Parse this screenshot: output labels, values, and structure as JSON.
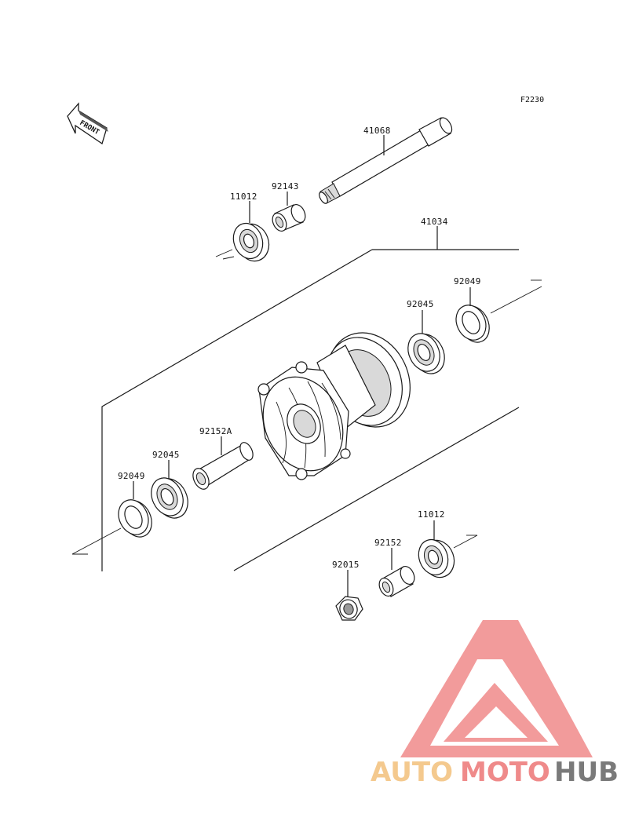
{
  "diagram": {
    "ref_code": "F2230",
    "front_arrow_text": "FRONT"
  },
  "parts": {
    "axle": "41068",
    "hub_assembly": "41034",
    "bearing_upper_left": "11012",
    "collar_upper": "92143",
    "seal_right": "92049",
    "bearing_right": "92045",
    "spacer_long": "92152A",
    "bearing_left": "92045",
    "seal_left": "92049",
    "bearing_lower_right": "11012",
    "collar_lower": "92152",
    "nut": "92015"
  },
  "watermark": {
    "text_auto": "AUTO",
    "text_moto": "MOTO",
    "text_hub": "HUB",
    "colors": {
      "auto": "#f4c98e",
      "moto": "#ef8a8a",
      "hub": "#7a7a7a",
      "logo": "#f08a8a"
    }
  }
}
